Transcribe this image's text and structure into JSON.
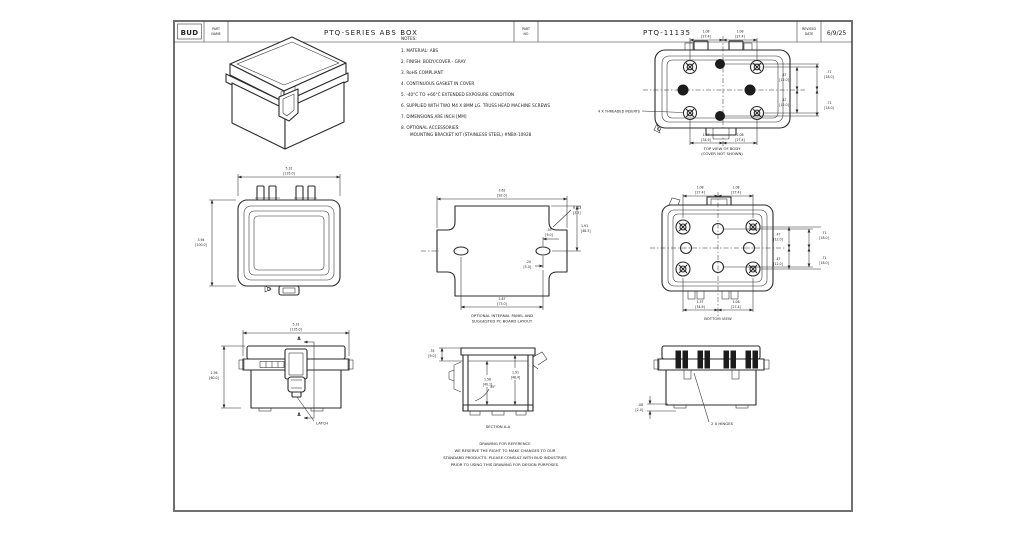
{
  "colors": {
    "line": "#2b2b2b",
    "border": "#707070",
    "background": "#ffffff"
  },
  "title_block": {
    "logo": "BUD",
    "part_name_label": [
      "PART",
      "NAME"
    ],
    "part_name": "PTQ-SERIES ABS BOX",
    "part_no_label": [
      "PART",
      "NO"
    ],
    "part_no": "PTQ-11135",
    "revised_label": [
      "REVISED",
      "DATE"
    ],
    "revised_date": "6/9/25"
  },
  "notes": {
    "lines": [
      "NOTES:",
      "1.  MATERIAL: ABS",
      "2.  FINISH: BODY/COVER - GRAY",
      "3.  RoHS COMPLIANT",
      "4.  CONTINUOUS GASKET IN COVER",
      "5.  -40°C TO +66°C EXTENDED EXPOSURE CONDITION",
      "6.  SUPPLIED WITH TWO M4 X 8MM LG. TRUSS HEAD MACHINE SCREWS",
      "7.  DIMENSIONS ARE INCH [MM]",
      "8.  OPTIONAL ACCESSORIES:",
      "MOUNTING BRACKET KIT (STAINLESS STEEL) #NBX-10928"
    ]
  },
  "top_body_view": {
    "caption": [
      "TOP VIEW OF BODY",
      "(COVER NOT SHOWN)"
    ],
    "insert_label": "4 X THREADED INSERTS",
    "dims": {
      "top1": [
        "1.08",
        "[27.4]"
      ],
      "top2": [
        "1.08",
        "[27.4]"
      ],
      "bottom1": [
        "1.37",
        "[34.9]"
      ],
      "bottom2": [
        "1.08",
        "[27.4]"
      ],
      "right1": [
        ".47",
        "[12.0]"
      ],
      "right2": [
        ".71",
        "[18.0]"
      ],
      "right3": [
        ".71",
        "[18.0]"
      ],
      "right4": [
        ".47",
        "[12.0]"
      ]
    }
  },
  "cover_view": {
    "dims": {
      "width": [
        "5.31",
        "[135.0]"
      ],
      "depth": [
        "3.94",
        "[100.0]"
      ]
    }
  },
  "panel_view": {
    "caption": [
      "OPTIONAL INTERNAL PANEL AND",
      "SUGGESTED PC BOARD LAYOUT"
    ],
    "dims": {
      "width": [
        "3.62",
        "[92.0]"
      ],
      "radius": [
        "R .13",
        "[3.3]"
      ],
      "right": [
        "1.91",
        "[48.5]"
      ],
      "slot_x": [
        ".35",
        "[9.0]"
      ],
      "slot_y": [
        ".20",
        "[5.0]"
      ],
      "bottom": [
        "2.87",
        "[73.0]"
      ]
    }
  },
  "bottom_view": {
    "caption": "BOTTOM VIEW",
    "dims": {
      "top1": [
        "1.08",
        "[27.4]"
      ],
      "top2": [
        "1.08",
        "[27.4]"
      ],
      "bottom1": [
        "1.37",
        "[34.9]"
      ],
      "bottom2": [
        "1.08",
        "[27.4]"
      ],
      "right1": [
        ".47",
        "[12.0]"
      ],
      "right2": [
        ".71",
        "[18.0]"
      ],
      "right3": [
        ".71",
        "[18.0]"
      ],
      "right4": [
        ".47",
        "[12.0]"
      ]
    }
  },
  "latch_view": {
    "section_letter": "A",
    "latch_label": "LATCH",
    "dims": {
      "width": [
        "5.31",
        "[135.0]"
      ],
      "height": [
        "2.36",
        "[60.0]"
      ]
    }
  },
  "section_view": {
    "caption": "SECTION A-A",
    "angle": "45°",
    "dims": {
      "lip": [
        ".35",
        "[9.0]"
      ],
      "inner1": [
        "1.58",
        "[40.1]"
      ],
      "inner2": [
        "1.91",
        "[48.4]"
      ]
    }
  },
  "hinge_view": {
    "hinge_label": "2 X HINGES",
    "dims": {
      "gap": [
        ".08",
        "[2.0]"
      ]
    }
  },
  "disclaimer": {
    "lines": [
      "DRAWING FOR REFERENCE",
      "WE RESERVE THE RIGHT TO MAKE CHANGES TO OUR",
      "STANDARD PRODUCTS. PLEASE CONSULT WITH BUD INDUSTRIES",
      "PRIOR TO USING THIS DRAWING FOR DESIGN PURPOSES."
    ]
  }
}
